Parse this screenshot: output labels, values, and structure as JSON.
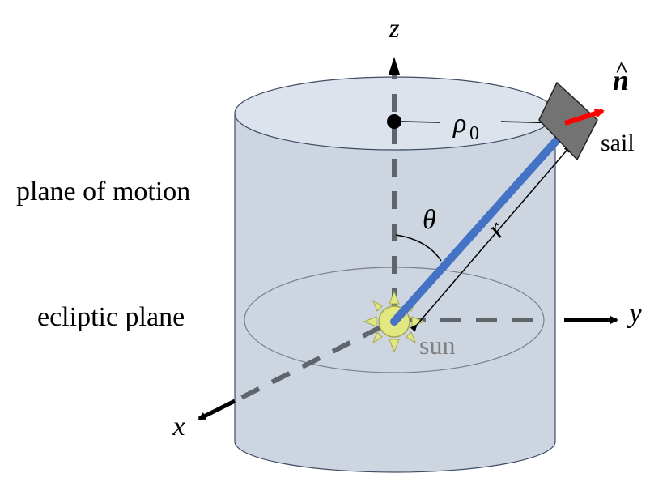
{
  "labels": {
    "z_axis": "z",
    "y_axis": "y",
    "x_axis": "x",
    "n_hat": "n",
    "rho_symbol": "ρ",
    "rho_subscript": "0",
    "sail": "sail",
    "plane_of_motion": "plane of motion",
    "ecliptic_plane": "ecliptic plane",
    "theta": "θ",
    "r": "r",
    "sun": "sun"
  },
  "colors": {
    "cylinder_side": "#cdd5e0",
    "cylinder_top": "#dde3ed",
    "cylinder_outline": "#3f4d63",
    "axis_dash": "#60646b",
    "radius_line": "#4472c4",
    "normal_vector": "#ff0000",
    "sail_panel": "#737373",
    "sun_fill": "#e2e782",
    "sun_label": "#7f7f7f"
  },
  "icons": {
    "sun": "sun-icon",
    "sail": "sail-panel-icon"
  }
}
